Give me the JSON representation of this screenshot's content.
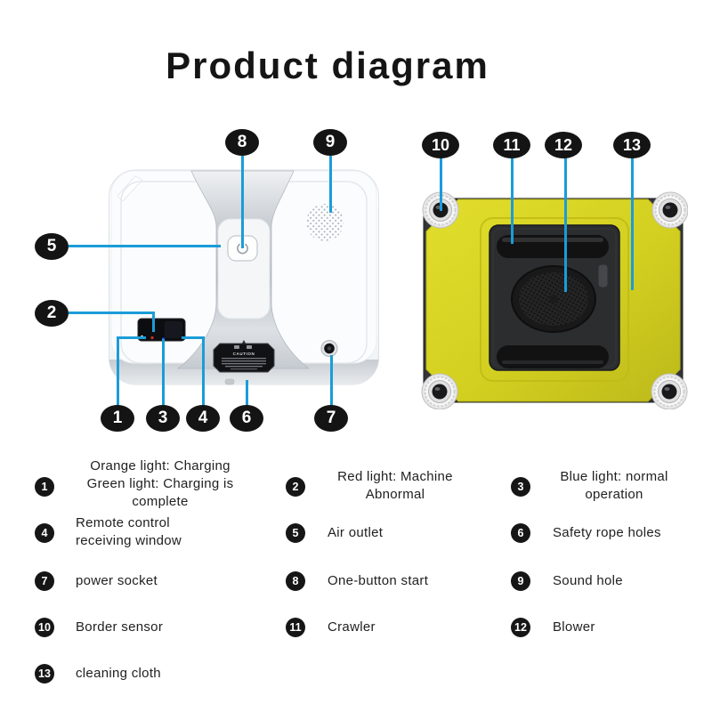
{
  "title": "Product diagram",
  "colors": {
    "accent_blue": "#1b9cd8",
    "badge_black": "#141414",
    "cloth_yellow": "#d8d41e"
  },
  "caution_label": {
    "title": "CAUTION"
  },
  "legend": {
    "items": [
      {
        "num": "1",
        "label": "Orange light: Charging\nGreen light: Charging is\ncomplete"
      },
      {
        "num": "2",
        "label": "Red light: Machine\nAbnormal"
      },
      {
        "num": "3",
        "label": "Blue light: normal\noperation"
      },
      {
        "num": "4",
        "label": "Remote control\nreceiving window"
      },
      {
        "num": "5",
        "label": "Air outlet"
      },
      {
        "num": "6",
        "label": "Safety rope holes"
      },
      {
        "num": "7",
        "label": "power socket"
      },
      {
        "num": "8",
        "label": "One-button start"
      },
      {
        "num": "9",
        "label": "Sound hole"
      },
      {
        "num": "10",
        "label": "Border sensor"
      },
      {
        "num": "11",
        "label": "Crawler"
      },
      {
        "num": "12",
        "label": "Blower"
      },
      {
        "num": "13",
        "label": "cleaning cloth"
      }
    ]
  }
}
